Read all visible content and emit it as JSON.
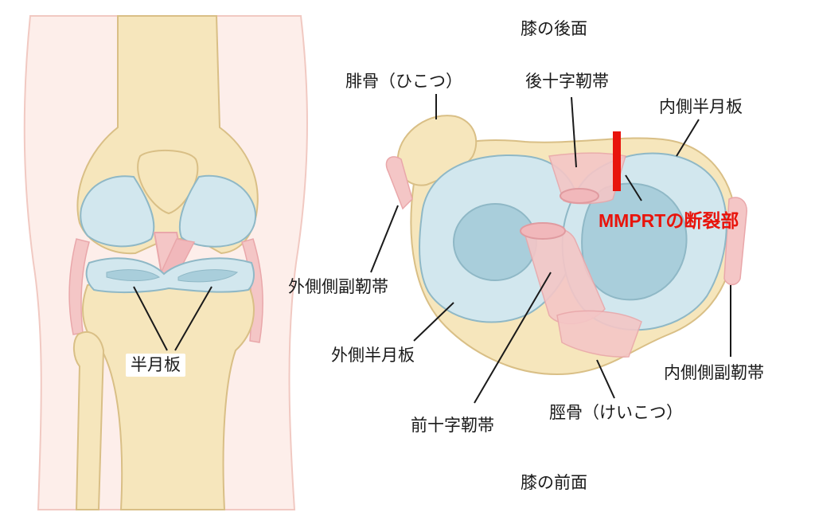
{
  "titles": {
    "posterior": "膝の後面",
    "anterior": "膝の前面"
  },
  "labels": {
    "meniscus_front_view": "半月板",
    "fibula": "腓骨（ひこつ）",
    "pcl": "後十字靭帯",
    "medial_meniscus": "内側半月板",
    "mmprt": "MMPRTの断裂部",
    "lcl": "外側側副靭帯",
    "lateral_meniscus": "外側半月板",
    "mcl": "内側側副靭帯",
    "acl": "前十字靭帯",
    "tibia": "脛骨（けいこつ）"
  },
  "colors": {
    "bone": "#f6e6bc",
    "bone_outline": "#d9bf86",
    "skin": "#fbe4e0",
    "cartilage": "#d2e7ee",
    "cartilage_dark": "#a9cedb",
    "ligament": "#f4c6c6",
    "ligament_dark": "#e9a7aa",
    "highlight": "#e8140c"
  }
}
